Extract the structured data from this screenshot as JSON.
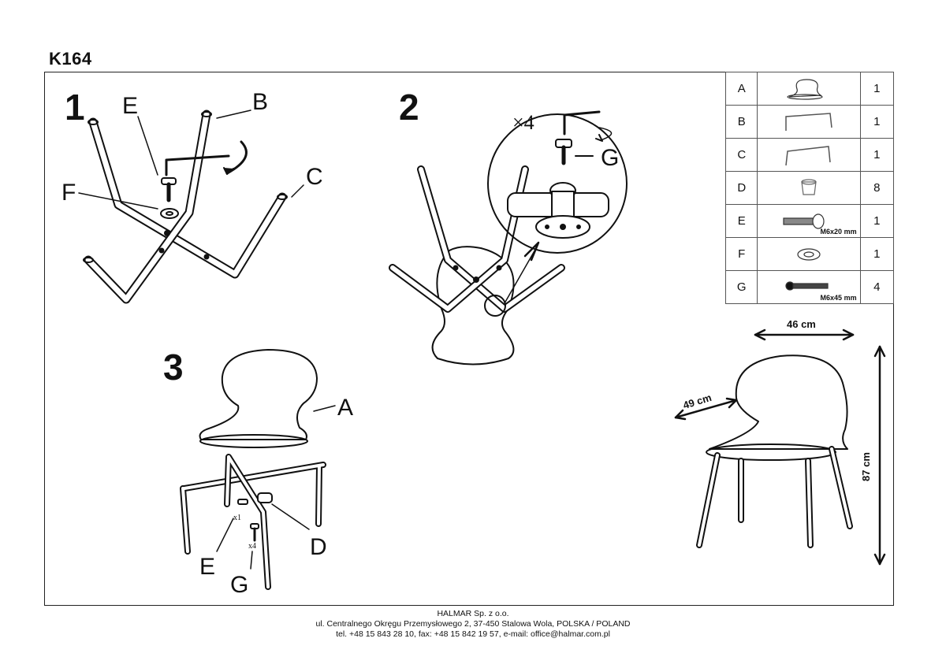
{
  "header": {
    "model": "K164"
  },
  "steps": {
    "s1": {
      "number": "1",
      "labels": {
        "E": "E",
        "B": "B",
        "F": "F",
        "C": "C"
      }
    },
    "s2": {
      "number": "2",
      "multiplier": "×4",
      "labels": {
        "G": "G"
      }
    },
    "s3": {
      "number": "3",
      "labels": {
        "A": "A",
        "D": "D",
        "E": "E",
        "G": "G"
      },
      "qty_e": "x1",
      "qty_g": "x4"
    }
  },
  "dimensions": {
    "width": "46 cm",
    "depth": "49 cm",
    "height": "87 cm"
  },
  "parts": [
    {
      "letter": "A",
      "qty": "1",
      "icon": "seat-icon"
    },
    {
      "letter": "B",
      "qty": "1",
      "icon": "leg-frame-icon"
    },
    {
      "letter": "C",
      "qty": "1",
      "icon": "leg-frame-icon"
    },
    {
      "letter": "D",
      "qty": "8",
      "icon": "cap-icon"
    },
    {
      "letter": "E",
      "qty": "1",
      "icon": "bolt-icon",
      "spec": "M6x20 mm"
    },
    {
      "letter": "F",
      "qty": "1",
      "icon": "washer-icon"
    },
    {
      "letter": "G",
      "qty": "4",
      "icon": "long-bolt-icon",
      "spec": "M6x45 mm"
    }
  ],
  "footer": {
    "company": "HALMAR Sp. z o.o.",
    "address": "ul. Centralnego Okręgu Przemysłowego 2, 37-450 Stalowa Wola, POLSKA / POLAND",
    "contact": "tel. +48 15 843 28 10, fax: +48 15 842 19 57, e-mail: office@halmar.com.pl"
  }
}
